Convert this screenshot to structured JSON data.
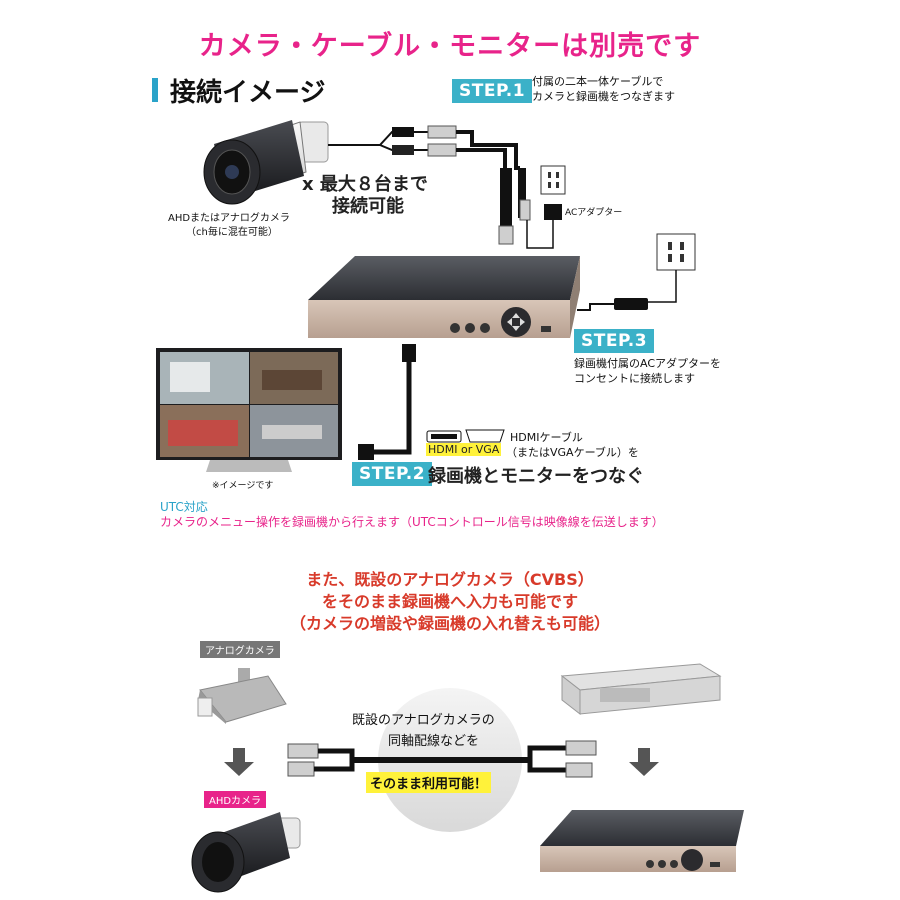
{
  "banner": "カメラ・ケーブル・モニターは別売です",
  "section_title": "接続イメージ",
  "step1": {
    "badge": "STEP.1",
    "line1": "付属の二本一体ケーブルで",
    "line2": "カメラと録画機をつなぎます"
  },
  "step2": {
    "badge": "STEP.2",
    "caption": "録画機とモニターをつなぐ",
    "hdmi_vga": "HDMI or VGA",
    "cable_line1": "HDMIケーブル",
    "cable_line2": "（またはVGAケーブル）を"
  },
  "step3": {
    "badge": "STEP.3",
    "line1": "録画機付属のACアダプターを",
    "line2": "コンセントに接続します"
  },
  "camera_caption": {
    "line1": "AHDまたはアナログカメラ",
    "line2": "（ch毎に混在可能）"
  },
  "max_cameras": {
    "line1": "x 最大８台まで",
    "line2": "接続可能"
  },
  "ac_adapter": "ACアダプター",
  "monitor_note": "※イメージです",
  "utc": {
    "title": "UTC対応",
    "desc": "カメラのメニュー操作を録画機から行えます（UTCコントロール信号は映像線を伝送します）"
  },
  "red_text": [
    "また、既設のアナログカメラ（CVBS）",
    "をそのまま録画機へ入力も可能です",
    "（カメラの増設や録画機の入れ替えも可能）"
  ],
  "analog_tag": "アナログカメラ",
  "ahd_tag": "AHDカメラ",
  "circle": {
    "line1": "既設のアナログカメラの",
    "line2": "同軸配線などを",
    "highlight": "そのまま利用可能！"
  },
  "colors": {
    "pink": "#e8238a",
    "teal": "#3bb1c8",
    "red": "#d83a2a",
    "yellow": "#fff23a"
  }
}
